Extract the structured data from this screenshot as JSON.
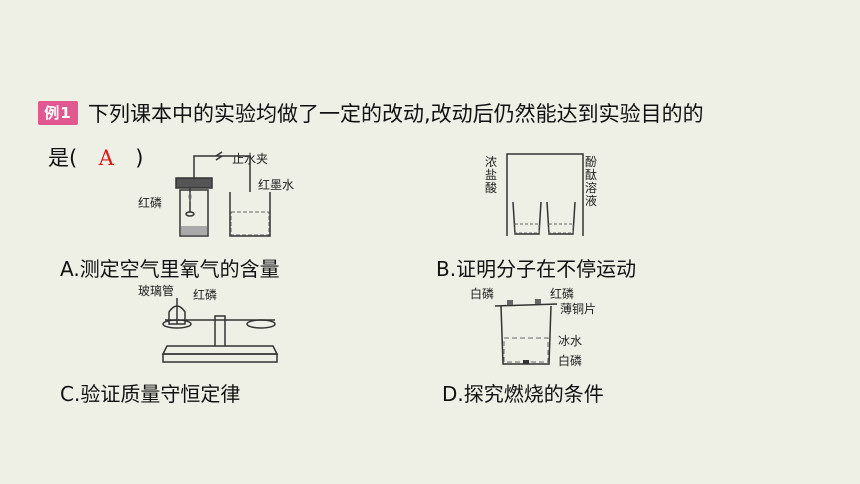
{
  "question": {
    "badge": "例1",
    "line1": "下列课本中的实验均做了一定的改动,改动后仍然能达到实验目的的",
    "line2_prefix": "是(",
    "answer": "A",
    "line2_suffix": ")"
  },
  "options": {
    "a": {
      "label": "A.测定空气里氧气的含量",
      "parts": {
        "clamp": "止水夹",
        "phosphorus": "红磷",
        "ink": "红墨水"
      }
    },
    "b": {
      "label": "B.证明分子在不停运动",
      "parts": {
        "acid": "浓盐酸",
        "phenol": "酚酞溶液"
      }
    },
    "c": {
      "label": "C.验证质量守恒定律",
      "parts": {
        "tube": "玻璃管",
        "phosphorus": "红磷"
      }
    },
    "d": {
      "label": "D.探究燃烧的条件",
      "parts": {
        "white1": "白磷",
        "red": "红磷",
        "copper": "薄铜片",
        "ice": "冰水",
        "white2": "白磷"
      }
    }
  },
  "colors": {
    "badge": "#e0588f",
    "answer": "#e01818",
    "background": "#eef0e6"
  }
}
